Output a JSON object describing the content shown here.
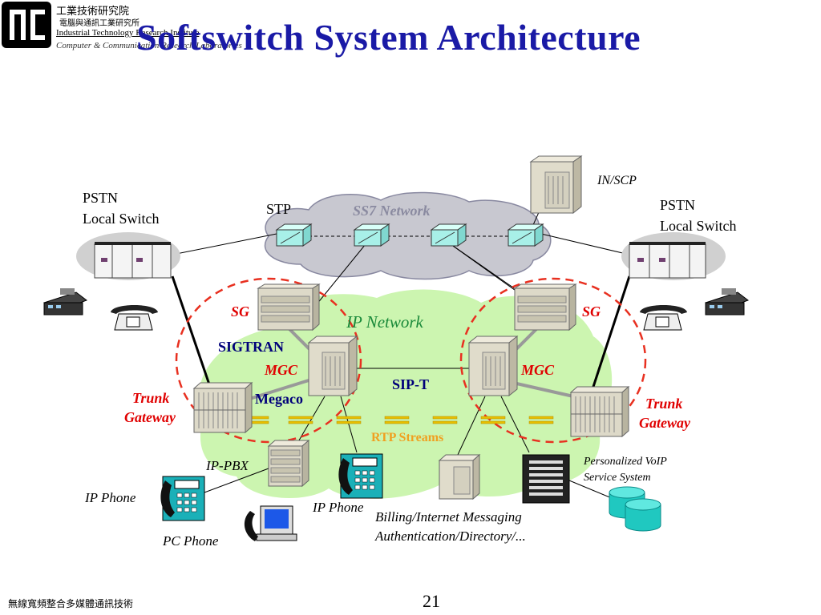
{
  "header": {
    "org_cn": "工業技術研究院",
    "org_cn_sub": "電腦與通訊工業研究所",
    "org_en": "Industrial Technology Research Institute",
    "org_en_sub": "Computer & Communication Research Laboratories",
    "title": "Softswitch System Architecture"
  },
  "labels": {
    "in_scp": "IN/SCP",
    "pstn_left_1": "PSTN",
    "pstn_left_2": "Local Switch",
    "pstn_right_1": "PSTN",
    "pstn_right_2": "Local Switch",
    "stp": "STP",
    "ss7": "SS7 Network",
    "ip_network": "IP Network",
    "sg_left": "SG",
    "sg_right": "SG",
    "sigtran": "SIGTRAN",
    "mgc_left": "MGC",
    "mgc_right": "MGC",
    "sip_t": "SIP-T",
    "megaco": "Megaco",
    "trunk_left_1": "Trunk",
    "trunk_left_2": "Gateway",
    "trunk_right_1": "Trunk",
    "trunk_right_2": "Gateway",
    "rtp": "RTP Streams",
    "ip_pbx": "IP-PBX",
    "ip_phone_left": "IP Phone",
    "ip_phone_mid": "IP Phone",
    "pc_phone": "PC Phone",
    "billing_1": "Billing/Internet Messaging",
    "billing_2": "Authentication/Directory/...",
    "voip_1": "Personalized VoIP",
    "voip_2": "Service System"
  },
  "footer": {
    "left": "無線寬頻整合多媒體通訊技術",
    "page": "21"
  },
  "colors": {
    "title": "#1a1aa6",
    "red_label": "#e00000",
    "navy_label": "#00007a",
    "ip_cloud": "#ccf5b0",
    "ss7_cloud": "#c8c8d0",
    "stp_box": "#a8f0e8",
    "rtp_label": "#f0a020",
    "ip_network_label": "#1a8a3a",
    "rtp_bars": "#e8c000",
    "dashed_circle": "#e83020"
  }
}
